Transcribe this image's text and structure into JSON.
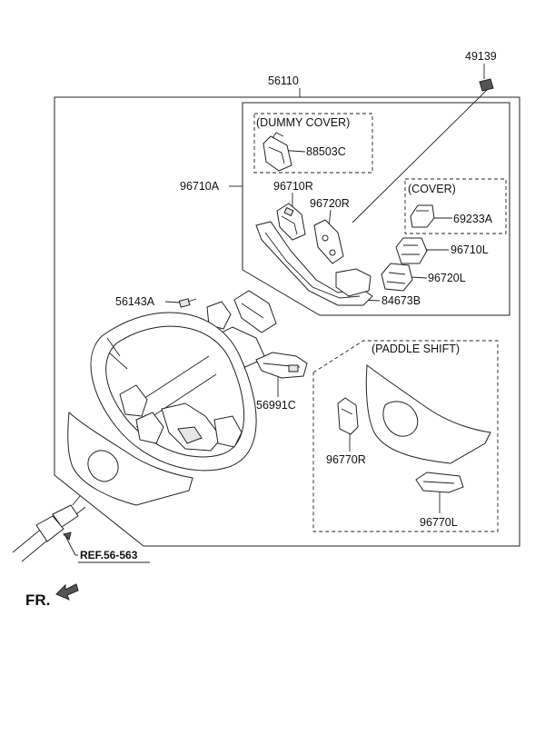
{
  "labels": {
    "p49139": "49139",
    "p56110": "56110",
    "p96710A": "96710A",
    "dummy_cover": "(DUMMY COVER)",
    "p88503C": "88503C",
    "p96710R": "96710R",
    "p96720R": "96720R",
    "cover": "(COVER)",
    "p69233A": "69233A",
    "p96710L": "96710L",
    "p96720L": "96720L",
    "p84673B": "84673B",
    "p56143A": "56143A",
    "paddle_shift": "(PADDLE SHIFT)",
    "p56991C": "56991C",
    "p96770R": "96770R",
    "p96770L": "96770L",
    "ref": "REF.56-563",
    "fr": "FR."
  }
}
